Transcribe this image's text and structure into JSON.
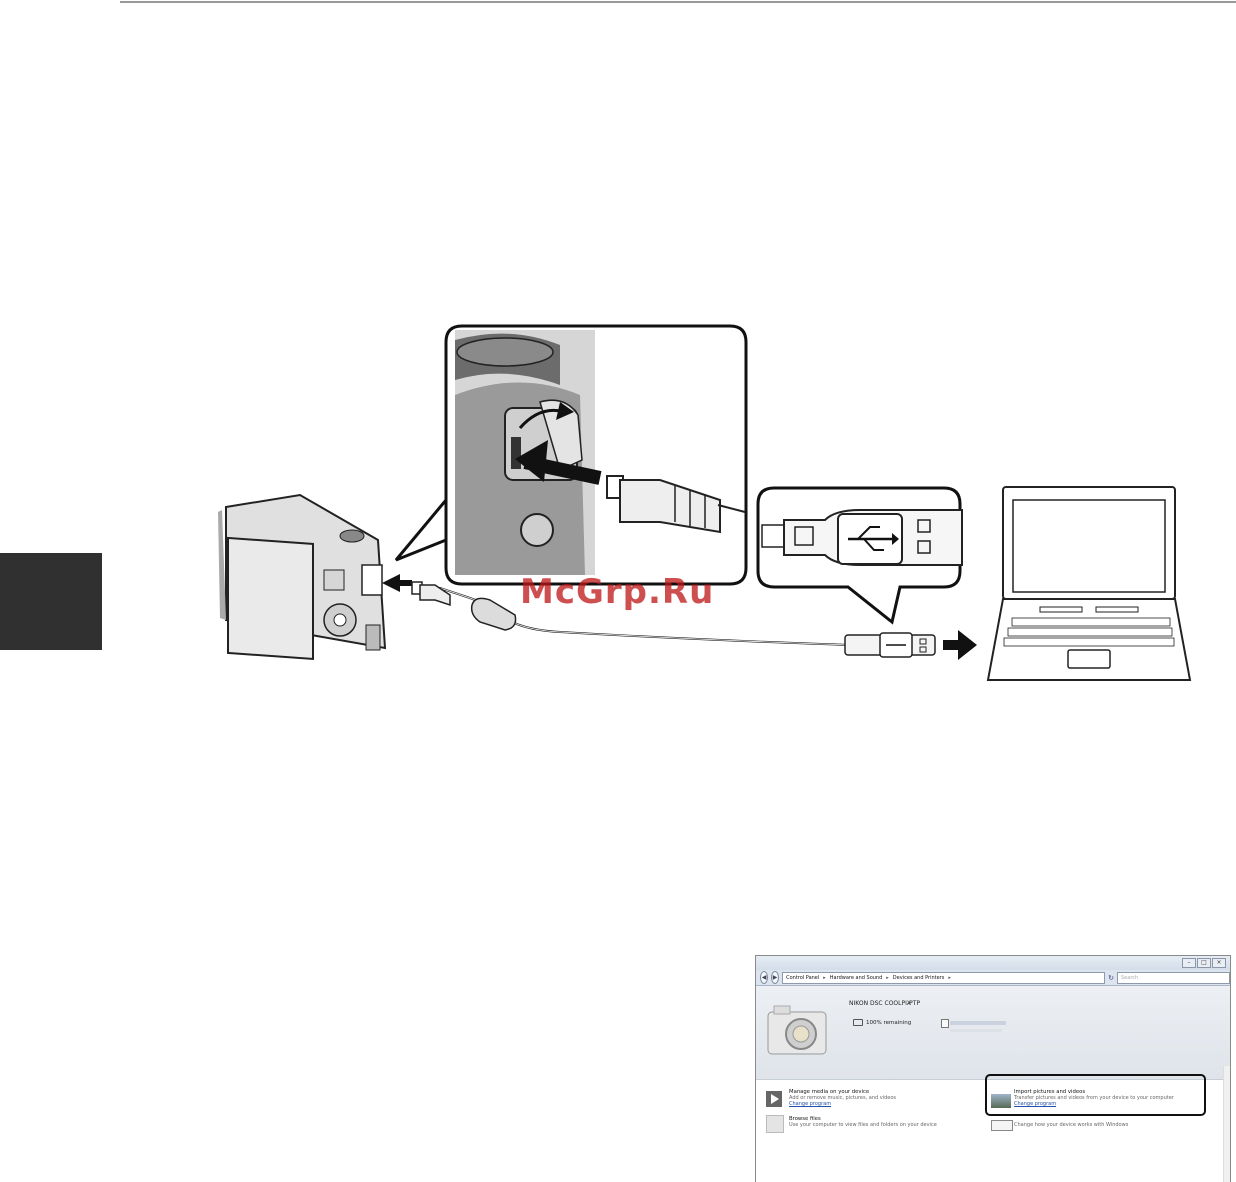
{
  "watermark": {
    "text": "McGrp.Ru"
  },
  "explorer": {
    "window_buttons": [
      "–",
      "□",
      "×"
    ],
    "breadcrumbs": [
      "Control Panel",
      "Hardware and Sound",
      "Devices and Printers"
    ],
    "search_placeholder": "Search",
    "device": {
      "name": "NIKON DSC COOLPIX",
      "protocol": "-PTP",
      "battery": "100% remaining"
    },
    "tasks": [
      {
        "title": "Manage media on your device",
        "desc": "Add or remove music, pictures, and videos",
        "link": "Change program"
      },
      {
        "title": "Browse files",
        "desc": "Use your computer to view files and folders on your device",
        "link": ""
      },
      {
        "title": "Import pictures and videos",
        "desc": "Transfer pictures and videos from your device to your computer",
        "link": "Change program"
      },
      {
        "title": "",
        "desc": "Change how your device works with Windows",
        "link": ""
      }
    ]
  },
  "colors": {
    "tab": "#303030",
    "highlight": "#111111",
    "link": "#2151a8",
    "watermark": "#be1414"
  }
}
